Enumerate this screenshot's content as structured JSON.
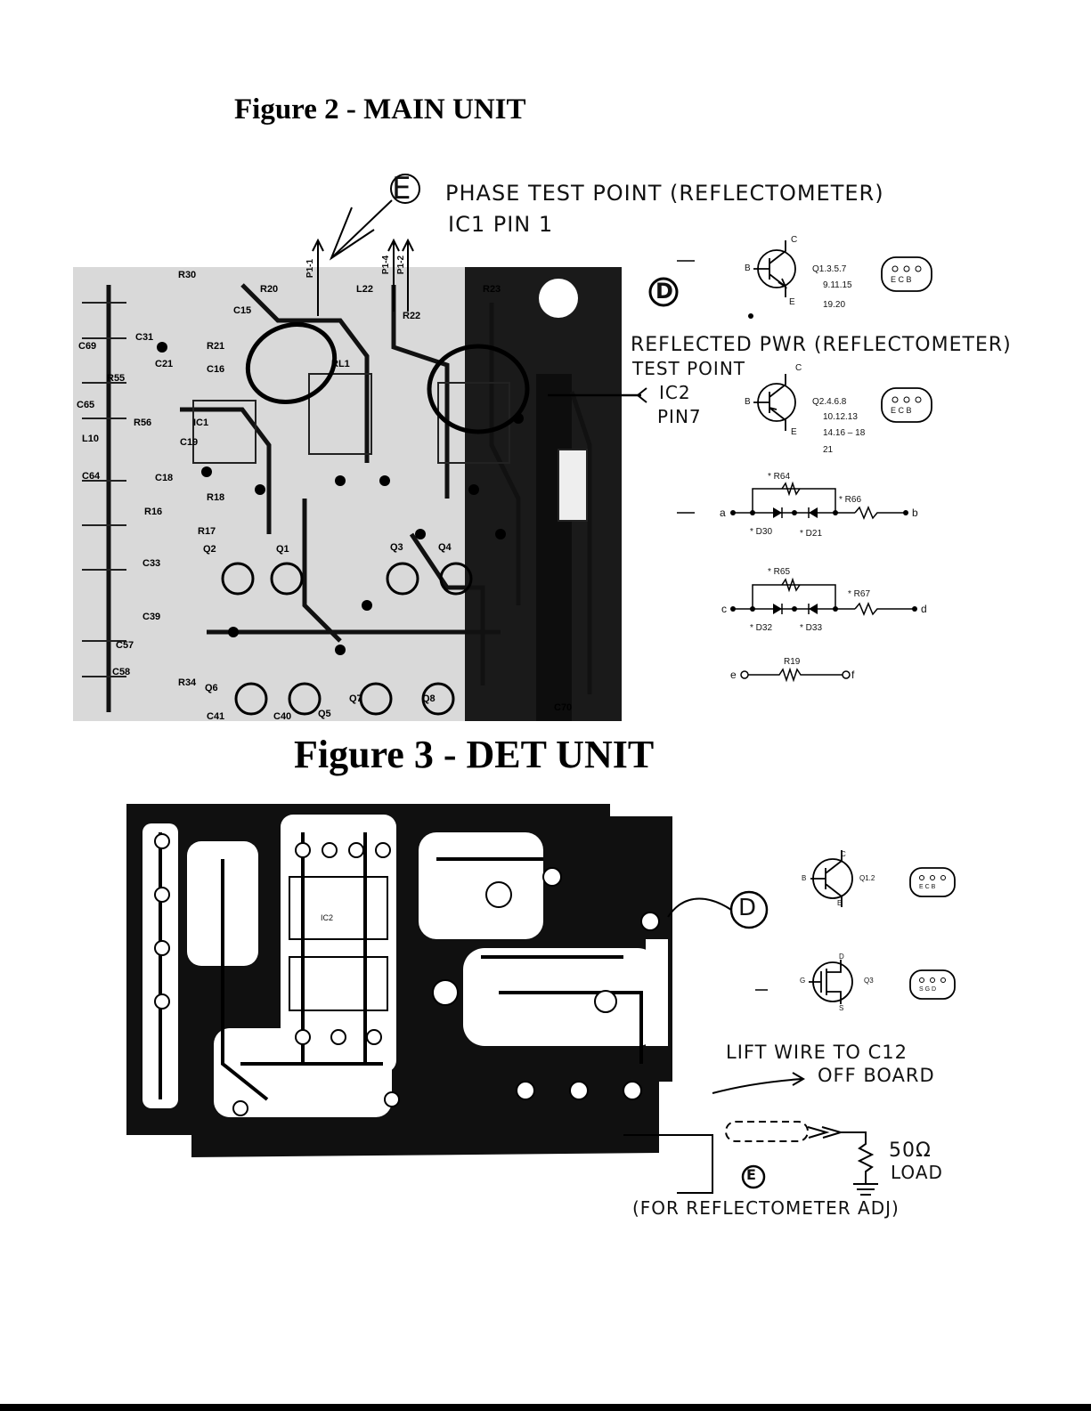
{
  "figure2": {
    "title": "Figure 2 - MAIN UNIT",
    "test_point_e": {
      "marker": "E",
      "line1": "PHASE TEST POINT (REFLECTOMETER)",
      "line2": "IC1 PIN 1"
    },
    "test_point_d": {
      "marker": "D",
      "line1": "REFLECTED PWR (REFLECTOMETER)",
      "line2": "TEST POINT",
      "ic_label": "IC2",
      "pin_label": "PIN7"
    },
    "connectors": [
      "P1-1",
      "P1-4",
      "P1-2"
    ],
    "board_labels": [
      "R30",
      "R20",
      "L22",
      "R23",
      "C15",
      "R22",
      "C31",
      "R21",
      "C21",
      "C16",
      "RL1",
      "C69",
      "R55",
      "C65",
      "R56",
      "IC1",
      "L10",
      "C19",
      "C64",
      "C18",
      "R16",
      "R18",
      "R17",
      "Q2",
      "Q1",
      "Q3",
      "Q4",
      "C33",
      "C39",
      "C57",
      "C58",
      "R34",
      "Q6",
      "Q5",
      "Q7",
      "Q8",
      "C70",
      "C41",
      "C40"
    ],
    "legend": {
      "q_npn1": {
        "b": "B",
        "c": "C",
        "e": "E",
        "list1": "Q1.3.5.7",
        "list2": "9.11.15",
        "list3": "19.20",
        "pins": "E C B"
      },
      "q_npn2": {
        "b": "B",
        "c": "C",
        "e": "E",
        "list1": "Q2.4.6.8",
        "list2": "10.12.13",
        "list3": "14.16 – 18",
        "list4": "21",
        "pins": "E C B"
      },
      "net_ab": {
        "r_top": "* R64",
        "r_right": "* R66",
        "d1": "* D30",
        "d2": "* D21",
        "left": "a",
        "right": "b"
      },
      "net_cd": {
        "r_top": "* R65",
        "r_right": "* R67",
        "d1": "* D32",
        "d2": "* D33",
        "left": "c",
        "right": "d"
      },
      "net_ef": {
        "r": "R19",
        "left": "e",
        "right": "f"
      }
    }
  },
  "figure3": {
    "title": "Figure 3 - DET UNIT",
    "marker_d": "D",
    "marker_e": "E",
    "board_labels": [
      "IC2"
    ],
    "q12": {
      "label": "Q1.2",
      "b": "B",
      "c": "C",
      "e": "E",
      "pins": "E C B"
    },
    "q3": {
      "label": "Q3",
      "g": "G",
      "d": "D",
      "s": "S",
      "pins": "S G D"
    },
    "lift_line1": "LIFT WIRE TO C12",
    "lift_line2": "OFF BOARD",
    "load_line1": "50Ω",
    "load_line2": "LOAD",
    "footnote": "(FOR REFLECTOMETER ADJ)"
  }
}
